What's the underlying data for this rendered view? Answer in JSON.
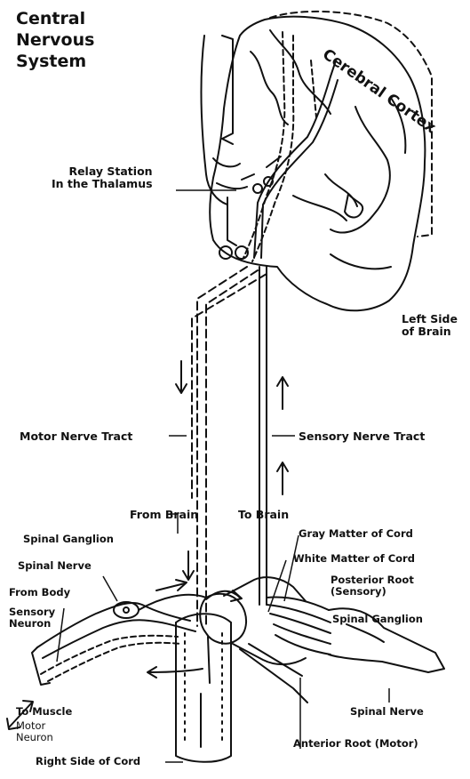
{
  "title": [
    "Central",
    "Nervous",
    "System"
  ],
  "labels": {
    "cerebral_cortex": "Cerebral Cortex",
    "relay_station": [
      "Relay Station",
      "In the Thalamus"
    ],
    "left_side_of_brain": [
      "Left Side",
      "of Brain"
    ],
    "motor_nerve_tract": "Motor Nerve Tract",
    "sensory_nerve_tract": "Sensory Nerve Tract",
    "from_brain": "From Brain",
    "to_brain": "To Brain",
    "spinal_ganglion_left": "Spinal Ganglion",
    "spinal_nerve_left": "Spinal Nerve",
    "from_body": "From Body",
    "sensory_neuron": [
      "Sensory",
      "Neuron"
    ],
    "gray_matter": "Gray Matter of Cord",
    "white_matter": "White Matter of Cord",
    "posterior_root": [
      "Posterior Root",
      "(Sensory)"
    ],
    "spinal_ganglion_right": "Spinal Ganglion",
    "spinal_nerve_right": "Spinal Nerve",
    "to_muscle": "To Muscle",
    "motor_neuron": [
      "Motor",
      "Neuron"
    ],
    "anterior_root": "Anterior Root (Motor)",
    "right_side_of_cord": "Right Side of Cord"
  }
}
